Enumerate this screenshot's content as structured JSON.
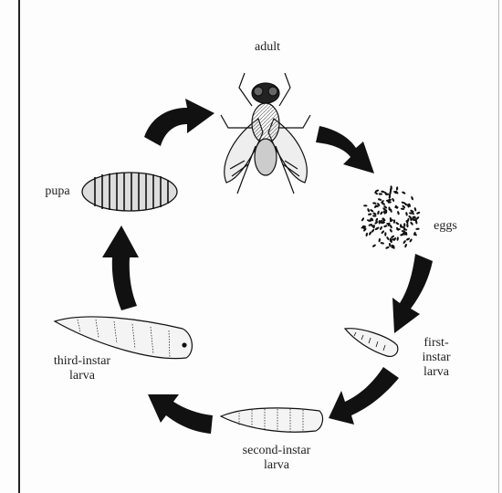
{
  "diagram": {
    "stages": {
      "adult": "adult",
      "eggs": "eggs",
      "first_instar": "first-\ninstar\nlarva",
      "second_instar": "second-instar\nlarva",
      "third_instar": "third-instar\nlarva",
      "pupa": "pupa"
    },
    "colors": {
      "ink": "#111111",
      "paper": "#fdfdfd"
    }
  }
}
